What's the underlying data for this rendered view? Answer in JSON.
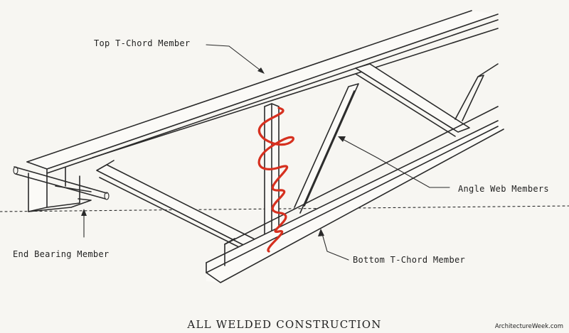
{
  "labels": {
    "top_chord": "Top T-Chord Member",
    "angle_web": "Angle Web Members",
    "end_bearing": "End Bearing Member",
    "bottom_chord": "Bottom T-Chord Member"
  },
  "caption": "ALL WELDED CONSTRUCTION",
  "watermark": "ArchitectureWeek.com",
  "colors": {
    "ink": "#2a2a2a",
    "paper": "#f7f6f2",
    "annotation": "#d6301f"
  }
}
